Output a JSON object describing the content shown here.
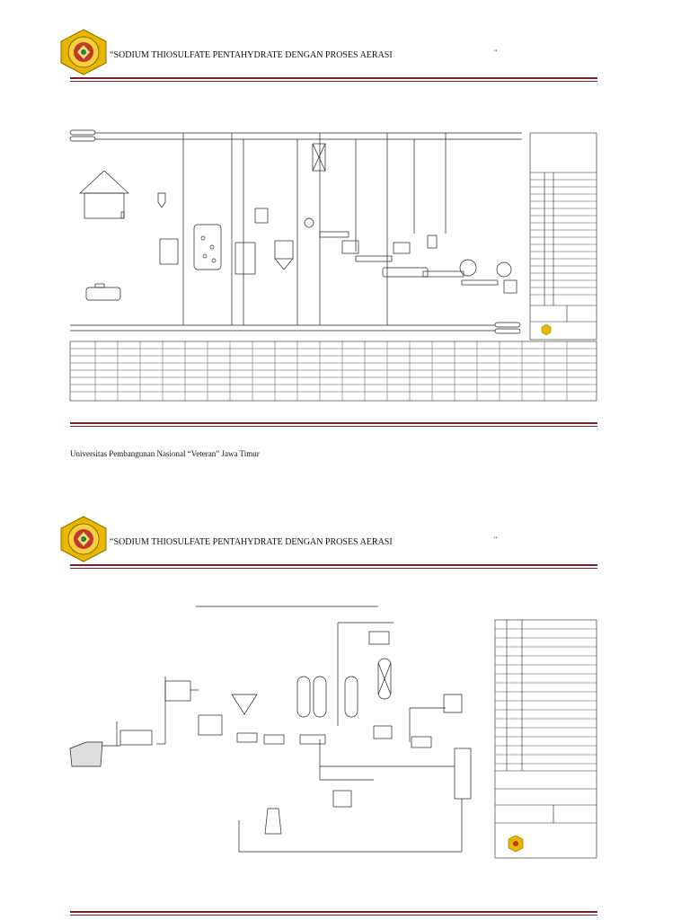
{
  "pages": [
    {
      "header_title": "“SODIUM THIOSULFATE PENTAHYDRATE DENGAN PROSES AERASI",
      "header_mark": "\"",
      "logo_alt": "UPN Veteran Jawa Timur logo"
    },
    {
      "header_title": "“SODIUM THIOSULFATE PENTAHYDRATE DENGAN PROSES AERASI",
      "header_mark": "\"",
      "logo_alt": "UPN Veteran Jawa Timur logo"
    }
  ],
  "footer": {
    "university": "Universitas Pembangunan Nasional “Veteran” Jawa Timur"
  },
  "colors": {
    "rule": "#7a1f2b",
    "logo_outer": "#e8b800",
    "logo_inner": "#c0392b",
    "line": "#222222"
  },
  "icons": [
    "logo-emblem-icon"
  ]
}
